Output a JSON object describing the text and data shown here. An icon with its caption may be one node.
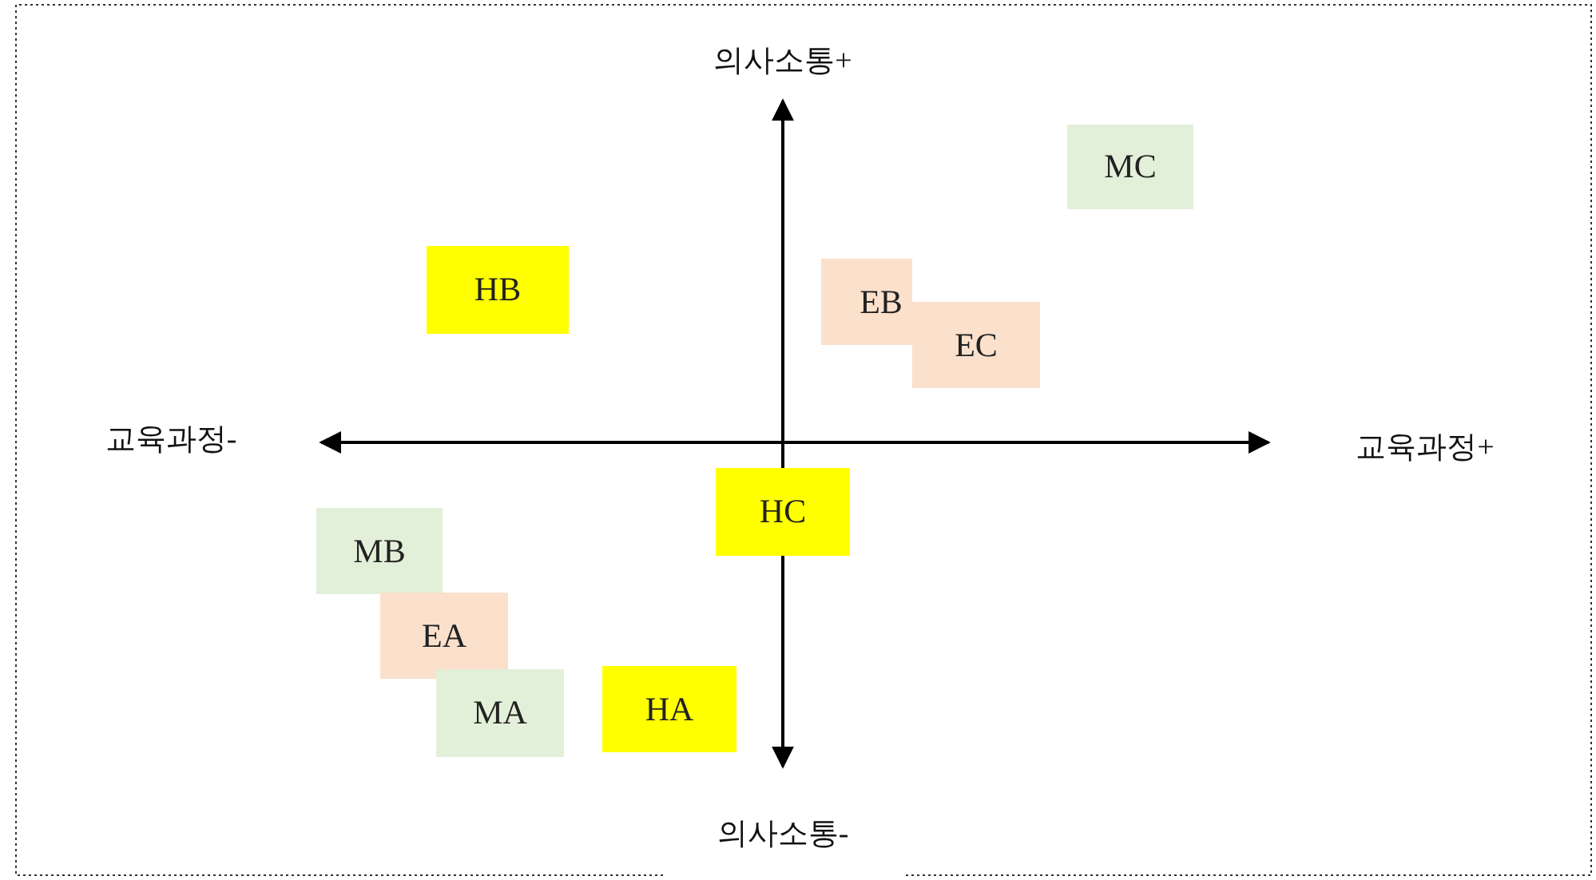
{
  "diagram": {
    "nodes": [
      {
        "text": [
          "HB"
        ]
      },
      {
        "text": [
          "MC"
        ]
      },
      {
        "text": [
          "EB"
        ]
      },
      {
        "text": [
          "EC"
        ]
      },
      {
        "text": [
          "HC"
        ]
      },
      {
        "text": [
          "MB"
        ]
      },
      {
        "text": [
          "EA"
        ]
      },
      {
        "text": [
          "MA"
        ]
      },
      {
        "text": [
          "HA"
        ]
      }
    ],
    "edges": [],
    "labels": [
      "의사소통+",
      "교육과정-",
      "교육과정+",
      "의사소통-"
    ]
  }
}
